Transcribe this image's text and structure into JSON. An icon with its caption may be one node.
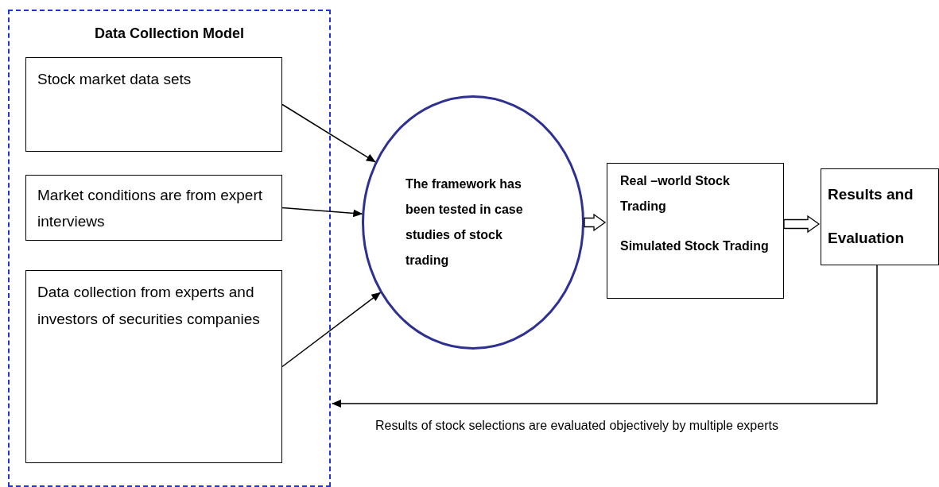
{
  "diagram": {
    "nodes": [
      {
        "text": [
          "Data Collection Model"
        ]
      },
      {
        "text": [
          "Stock market data sets"
        ],
        "in": 0
      },
      {
        "text": [
          "Market conditions are from expert interviews"
        ],
        "in": 0
      },
      {
        "text": [
          "Data collection from experts and investors of securities companies"
        ],
        "in": 0
      },
      {
        "text": [
          "The framework has been tested in case studies of stock trading"
        ]
      },
      {
        "text": [
          "Real –world Stock Trading",
          "Simulated Stock Trading"
        ]
      },
      {
        "text": [
          "Results and Evaluation"
        ]
      }
    ],
    "edges": [
      {
        "from": 1,
        "to": 4,
        "arrow": "to"
      },
      {
        "from": 2,
        "to": 4,
        "arrow": "to"
      },
      {
        "from": 3,
        "to": 4,
        "arrow": "to"
      },
      {
        "from": 4,
        "to": 5,
        "arrow": "to",
        "style": "thick"
      },
      {
        "from": 5,
        "to": 6,
        "arrow": "to",
        "style": "thick"
      },
      {
        "from": 6,
        "to": 0,
        "arrow": "to",
        "label": "Results of stock selections are evaluated objectively by multiple experts"
      }
    ]
  }
}
